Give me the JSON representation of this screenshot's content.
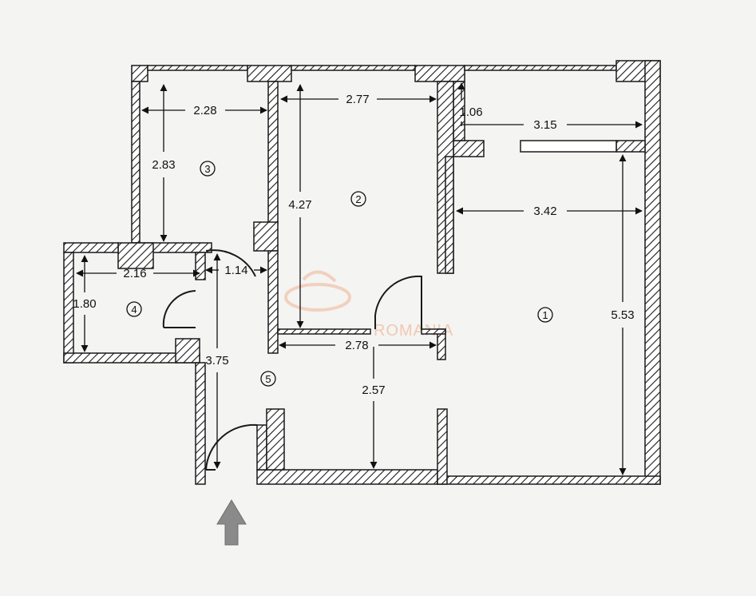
{
  "rooms": [
    {
      "number": "1"
    },
    {
      "number": "2"
    },
    {
      "number": "3"
    },
    {
      "number": "4"
    },
    {
      "number": "5"
    }
  ],
  "dimensions": {
    "room3_width": "2.28",
    "room3_height": "2.83",
    "room2_width_top": "2.77",
    "room2_height": "4.27",
    "balcony_depth": "1.06",
    "balcony_width": "3.15",
    "room1_width": "3.42",
    "room1_height": "5.53",
    "room4_width": "2.16",
    "room4_height": "1.80",
    "passage_width": "1.14",
    "hall_length": "3.75",
    "room2_width_bottom": "2.78",
    "hall_depth": "2.57"
  },
  "watermark": "ROMANIA",
  "colors": {
    "wall_line": "#1a1a1a",
    "hatch": "#1a1a1a",
    "background": "#f4f4f2",
    "entrance_arrow": "#8a8a8a",
    "watermark": "#f1c8b2"
  }
}
